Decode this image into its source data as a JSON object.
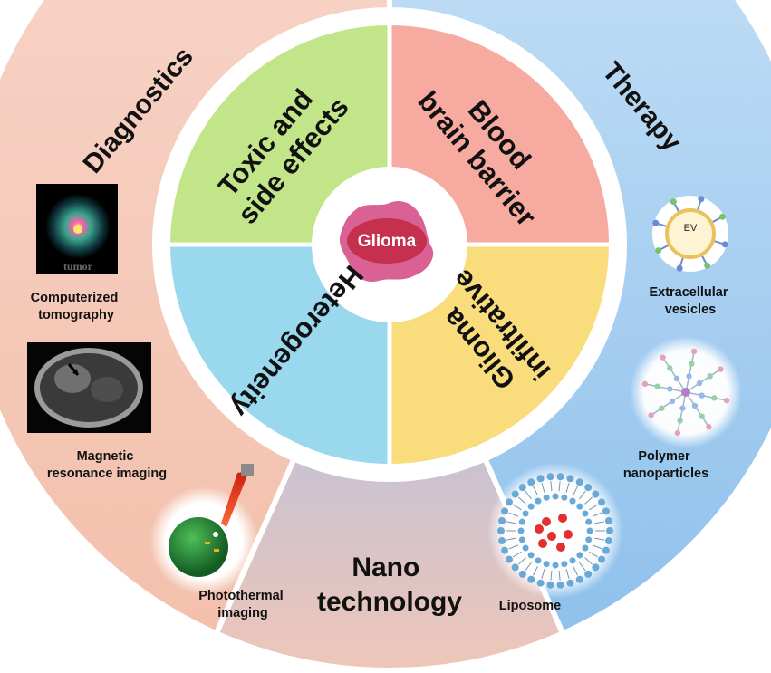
{
  "core": {
    "label": "Glioma"
  },
  "quadrants": {
    "toxic": {
      "line1": "Toxic and",
      "line2": "side effects",
      "color": "#c3e58a"
    },
    "bbb": {
      "line1": "Blood",
      "line2": "brain barrier",
      "color": "#f7aaa0"
    },
    "heterogeneity": {
      "label": "Heterogeneity",
      "color": "#9ad8ee"
    },
    "infiltrative": {
      "line1": "Glioma",
      "line2": "infiltrative",
      "color": "#f9dc7c"
    }
  },
  "diagnostics": {
    "title": "Diagnostics",
    "color": "#f6c7b6",
    "items": [
      {
        "line1": "Computerized",
        "line2": "tomography"
      },
      {
        "line1": "Magnetic",
        "line2": "resonance imaging"
      },
      {
        "line1": "Photothermal",
        "line2": "imaging"
      }
    ],
    "ct_caption": "tumor"
  },
  "therapy": {
    "title": "Therapy",
    "color": "#a9d2f2",
    "items": [
      {
        "line1": "Extracellular",
        "line2": "vesicles"
      },
      {
        "line1": "Polymer",
        "line2": "nanoparticles"
      },
      {
        "line1": "Liposome",
        "line2": ""
      }
    ],
    "ev_caption": "EV"
  },
  "nano": {
    "line1": "Nano",
    "line2": "technology",
    "color": "#e2c1c1"
  }
}
